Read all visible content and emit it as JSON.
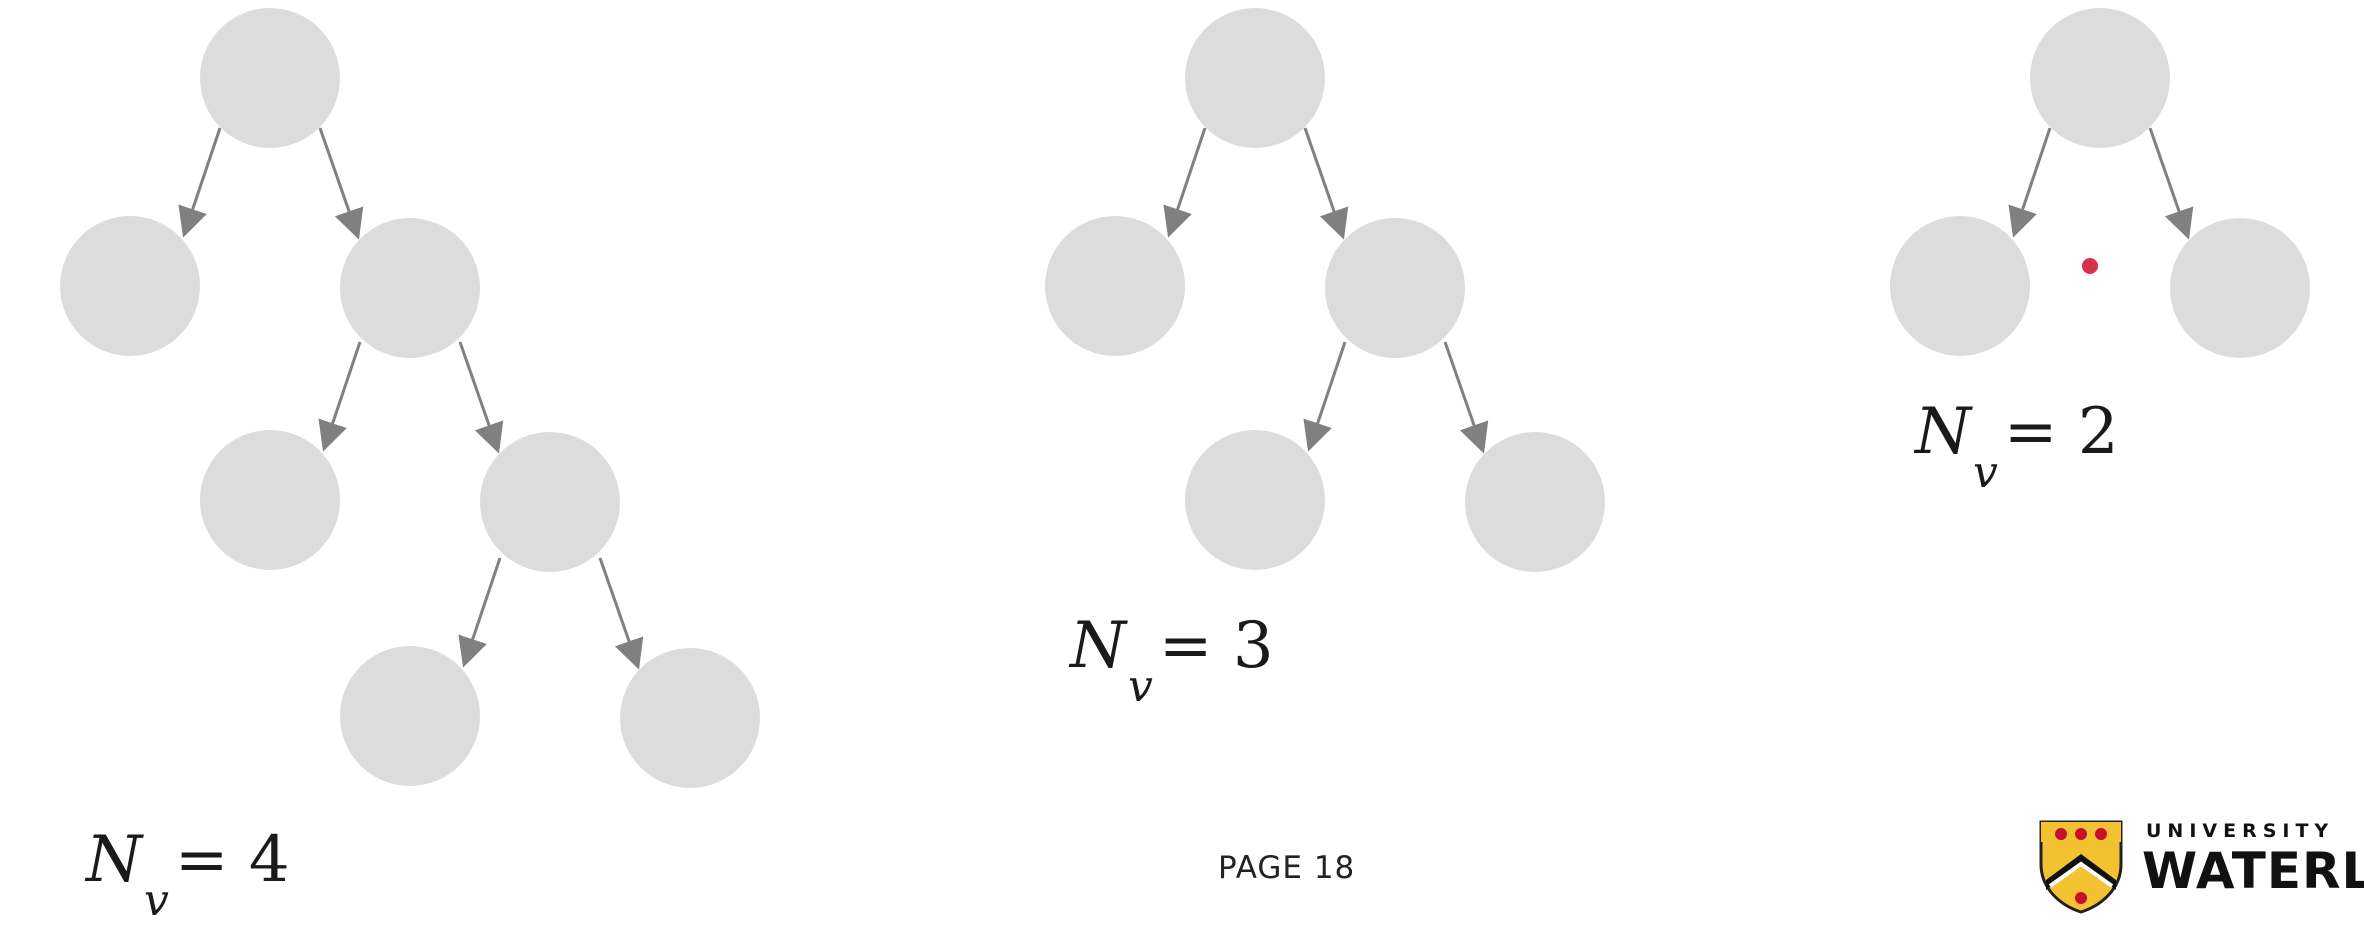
{
  "equations": [
    {
      "symbol": "N",
      "subscript": "v",
      "rest": "= 4"
    },
    {
      "symbol": "N",
      "subscript": "v",
      "rest": "= 3"
    },
    {
      "symbol": "N",
      "subscript": "v",
      "rest": "= 2"
    }
  ],
  "page_label": "PAGE  18",
  "logo": {
    "line1": "UNIVERSITY",
    "line2": "WATERLOO",
    "icon": "shield-crest-icon"
  },
  "colors": {
    "node": "#dcdcdc",
    "edge": "#808080",
    "pointer": "#d9304a"
  }
}
